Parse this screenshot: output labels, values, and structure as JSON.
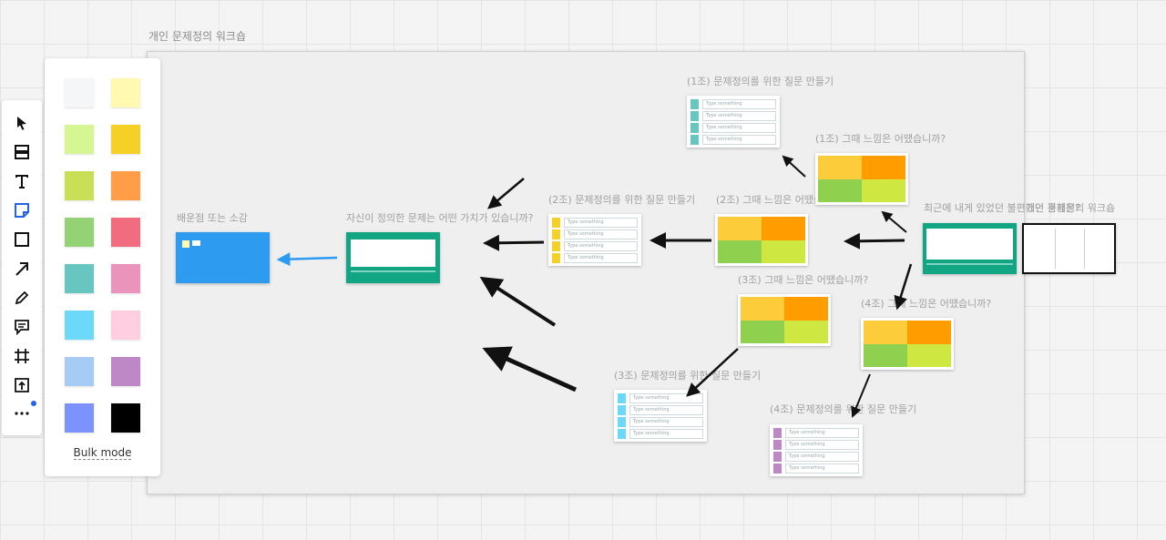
{
  "frame": {
    "title": "개인 문제정의 워크숍"
  },
  "labels": {
    "lessons": "배운점 또는 소감",
    "value_q": "자신이 정의한 문제는 어떤 가치가 있습니까?",
    "g1_q": "(1조) 문제정의를 위한 질문 만들기",
    "g1_feel": "(1조) 그때 느낌은 어땠습니까?",
    "g2_q": "(2조) 문제정의를 위한 질문 만들기",
    "g2_feel": "(2조) 그때 느낌은 어땠습니까?",
    "g3_feel": "(3조) 그때 느낌은 어땠습니까?",
    "g3_q": "(3조) 문제정의를 위한 질문 만들기",
    "g4_feel": "(4조) 그때 느낌은 어땠습니까?",
    "g4_q": "(4조) 문제정의를 위한 질문 만들기",
    "recent_problem": "최근에 내게 있었던 불편했던 경험은?",
    "workshop_dup": "개인 문제정의 워크숍"
  },
  "placeholder": "Type something",
  "toolbar": {
    "tools": [
      "select-icon",
      "template-icon",
      "text-icon",
      "sticky-note-icon",
      "shape-icon",
      "connection-line-icon",
      "pen-icon",
      "comment-icon",
      "frame-icon",
      "upload-icon",
      "more-icon"
    ]
  },
  "palette": {
    "colors": [
      "#f5f6f8",
      "#fff9b1",
      "#d5f692",
      "#f5d128",
      "#c9df56",
      "#ff9d48",
      "#93d275",
      "#f16c7f",
      "#67c6c0",
      "#ea94bb",
      "#6cd8fa",
      "#ffcee0",
      "#a6ccf5",
      "#be88c7",
      "#7b92ff",
      "#000000"
    ],
    "bulk_mode": "Bulk mode"
  },
  "colors": {
    "teal": "#67c6c0",
    "yellow": "#f5d128",
    "blue_sq": "#6cd8fa",
    "purple": "#be88c7",
    "orange": "#ff9d00",
    "gold": "#fccc3a",
    "green": "#8fd14f",
    "lime": "#cee741",
    "board_green": "#12a583",
    "note_blue": "#2d9bf0"
  }
}
